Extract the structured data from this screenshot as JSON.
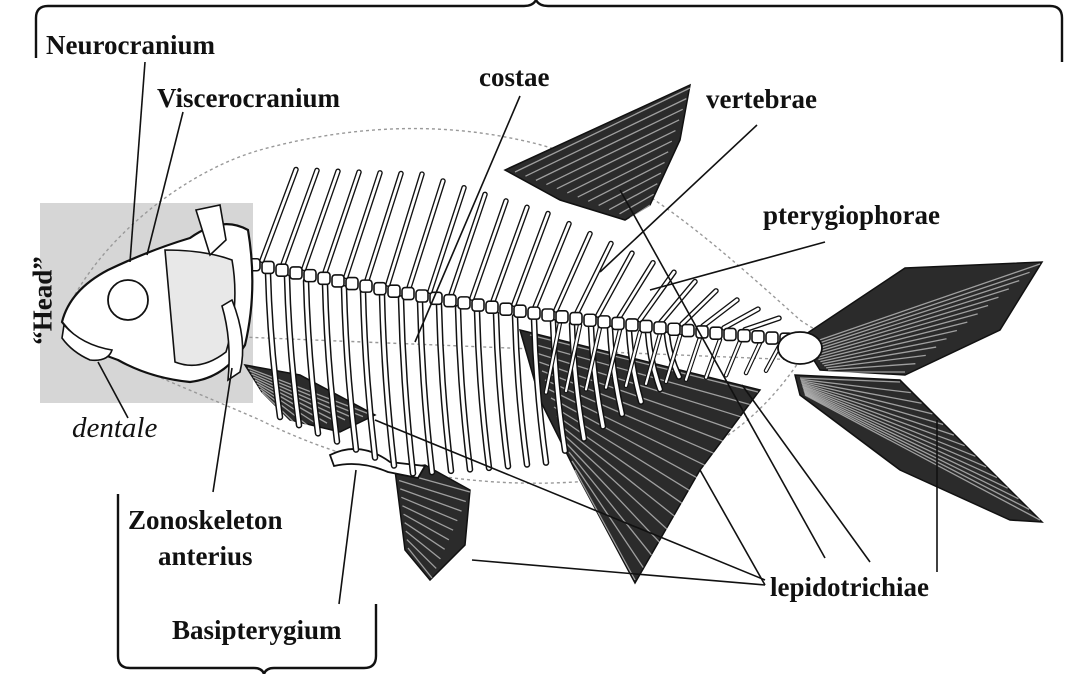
{
  "diagram": {
    "subject": "fish skeleton",
    "labels": {
      "neurocranium": "Neurocranium",
      "viscerocranium": "Viscerocranium",
      "costae": "costae",
      "vertebrae": "vertebrae",
      "pterygiophorae": "pterygiophorae",
      "head": "“Head”",
      "dentale": "dentale",
      "zonoskeleton_line1": "Zonoskeleton",
      "zonoskeleton_line2": "anterius",
      "basipterygium": "Basipterygium",
      "lepidotrichiae": "lepidotrichiae"
    },
    "colors": {
      "ink": "#111111",
      "bone": "#ffffff",
      "fin_ray": "#2b2b2b",
      "head_box": "#d6d6d6",
      "outline": "#999999"
    }
  }
}
